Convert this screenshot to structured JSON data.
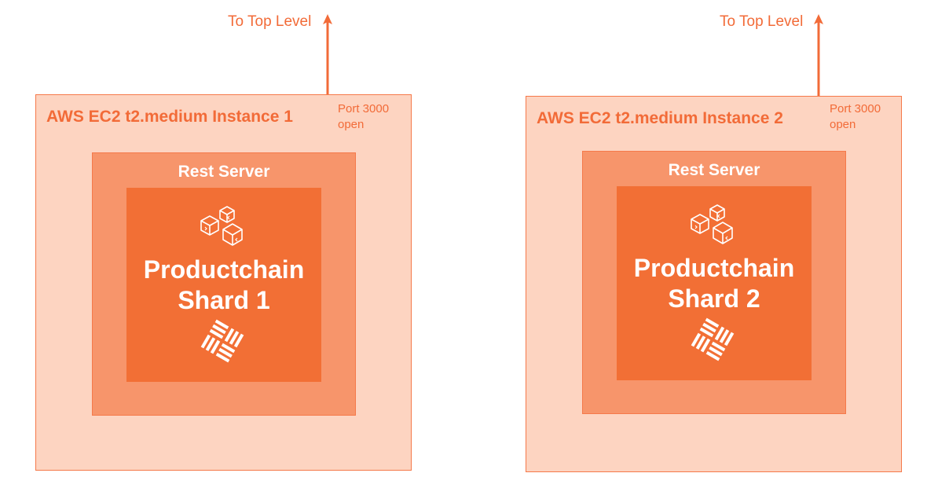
{
  "colors": {
    "instance_fill": "#fdd4c1",
    "rest_fill": "#f7956b",
    "shard_fill": "#f26f35",
    "accent": "#f26b38"
  },
  "instances": [
    {
      "title": "AWS EC2 t2.medium Instance 1",
      "port_line1": "Port 3000",
      "port_line2": "open",
      "top_label": "To Top Level",
      "rest_server": "Rest Server",
      "shard_line1": "Productchain",
      "shard_line2": "Shard 1",
      "icons": [
        "cubes-icon",
        "parquet-pattern-icon"
      ]
    },
    {
      "title": "AWS EC2 t2.medium Instance 2",
      "port_line1": "Port 3000",
      "port_line2": "open",
      "top_label": "To Top Level",
      "rest_server": "Rest Server",
      "shard_line1": "Productchain",
      "shard_line2": "Shard 2",
      "icons": [
        "cubes-icon",
        "parquet-pattern-icon"
      ]
    }
  ]
}
